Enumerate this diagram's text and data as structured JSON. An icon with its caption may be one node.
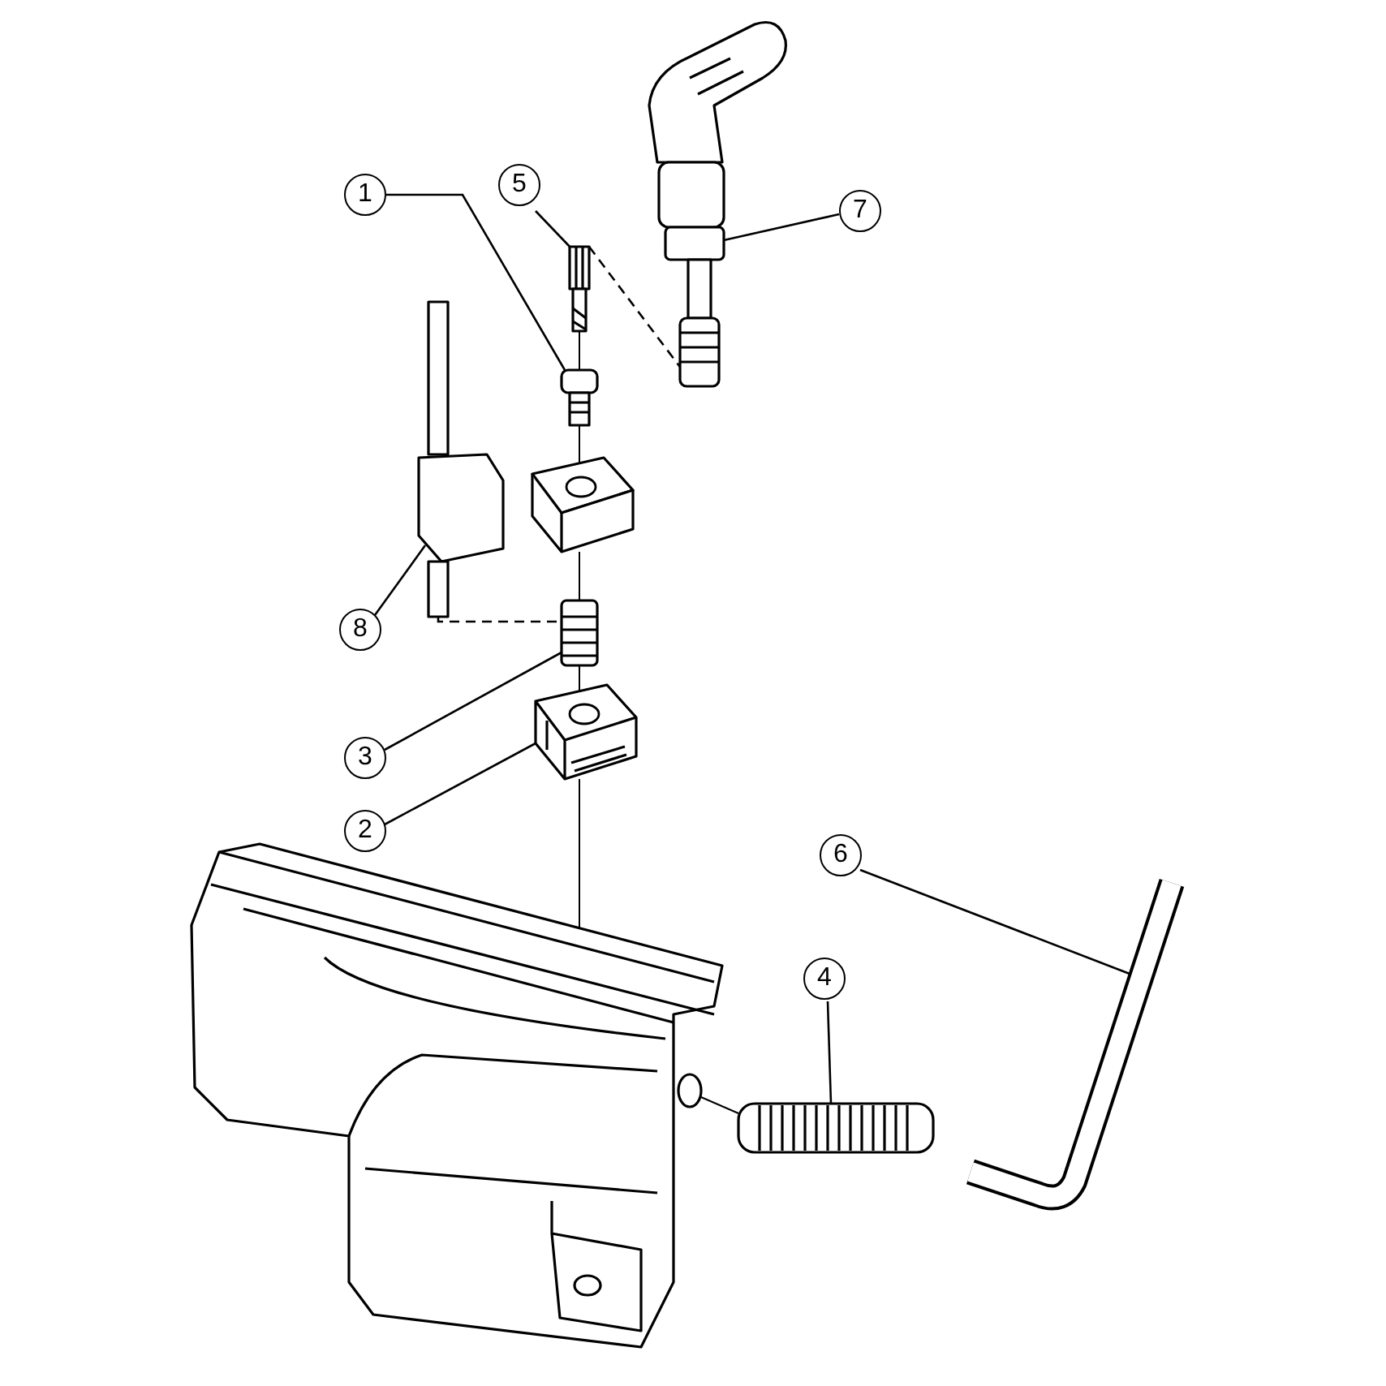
{
  "diagram": {
    "nodes": [
      {
        "text": [
          "1"
        ]
      },
      {
        "text": [
          "5"
        ]
      },
      {
        "text": [
          "7"
        ]
      },
      {
        "text": [
          "8"
        ]
      },
      {
        "text": [
          "3"
        ]
      },
      {
        "text": [
          "2"
        ]
      },
      {
        "text": [
          "6"
        ]
      },
      {
        "text": [
          "4"
        ]
      },
      {
        "text": [],
        "shape": "picture"
      },
      {
        "text": [],
        "shape": "picture"
      },
      {
        "text": [],
        "shape": "picture"
      },
      {
        "text": [],
        "shape": "picture"
      },
      {
        "text": [],
        "shape": "picture"
      },
      {
        "text": [],
        "shape": "picture"
      },
      {
        "text": [],
        "shape": "picture"
      },
      {
        "text": [],
        "shape": "picture"
      },
      {
        "text": [],
        "shape": "picture"
      },
      {
        "text": [],
        "shape": "picture"
      }
    ],
    "edges": [
      {
        "from": 0,
        "to": 8,
        "arrow": "none"
      },
      {
        "from": 1,
        "to": 9,
        "arrow": "none"
      },
      {
        "from": 2,
        "to": 10,
        "arrow": "none"
      },
      {
        "from": 3,
        "to": 11,
        "arrow": "none"
      },
      {
        "from": 4,
        "to": 12,
        "arrow": "none"
      },
      {
        "from": 5,
        "to": 13,
        "arrow": "none"
      },
      {
        "from": 6,
        "to": 14,
        "arrow": "none"
      },
      {
        "from": 7,
        "to": 15,
        "arrow": "none"
      },
      {
        "from": 11,
        "to": 12,
        "arrow": "none",
        "style": "dashed"
      },
      {
        "from": 9,
        "to": 10,
        "arrow": "none",
        "style": "dashed"
      },
      {
        "from": 9,
        "to": 8,
        "arrow": "none"
      },
      {
        "from": 8,
        "to": 16,
        "arrow": "none"
      },
      {
        "from": 16,
        "to": 12,
        "arrow": "none"
      },
      {
        "from": 12,
        "to": 13,
        "arrow": "none"
      },
      {
        "from": 13,
        "to": 17,
        "arrow": "none"
      },
      {
        "from": 17,
        "to": 15,
        "arrow": "none"
      }
    ]
  }
}
